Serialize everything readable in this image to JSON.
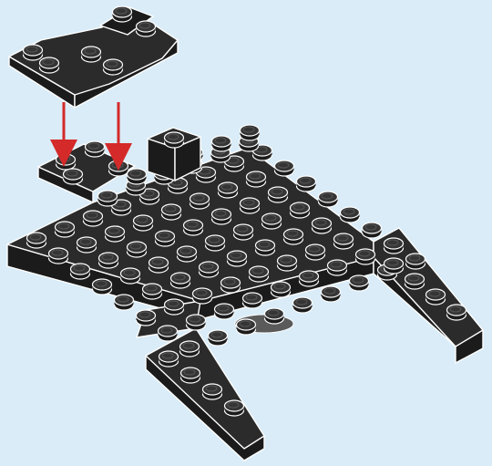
{
  "illustration": {
    "kind": "building-instruction-step",
    "background_color": "#d9ecf8",
    "brick_color": "#2b2b2b",
    "brick_side_color": "#1b1b1b",
    "outline_color": "#ffffff",
    "arrow_color": "#d42a2a",
    "parts": [
      {
        "name": "inverted-slope-brick",
        "icon": "inverted-slope-icon",
        "action": "attach"
      },
      {
        "name": "small-plate",
        "icon": "plate-2x2-icon"
      },
      {
        "name": "single-stud-brick",
        "icon": "brick-1x1-icon"
      },
      {
        "name": "large-base-plate",
        "icon": "plate-icon"
      },
      {
        "name": "side-arm-right",
        "icon": "plate-1x6-icon"
      },
      {
        "name": "side-arm-bottom",
        "icon": "plate-1x6-icon"
      }
    ],
    "arrows": 2
  }
}
